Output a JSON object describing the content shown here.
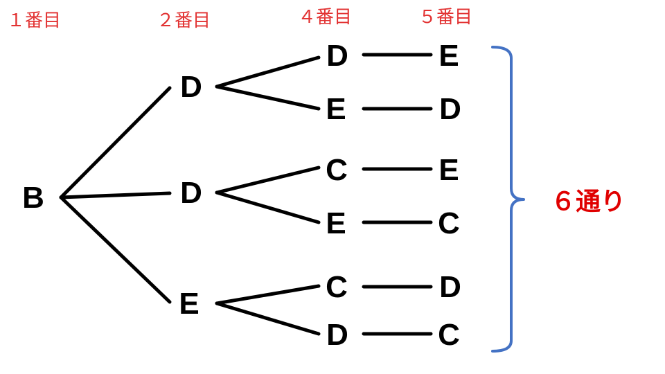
{
  "headers": [
    "１番目",
    "２番目",
    "４番目",
    "５番目"
  ],
  "nodes": {
    "root": "B",
    "level2": [
      "D",
      "D",
      "E"
    ],
    "level3": [
      "D",
      "E",
      "C",
      "E",
      "C",
      "D"
    ],
    "level4": [
      "E",
      "D",
      "E",
      "C",
      "D",
      "C"
    ]
  },
  "result_label": "６通り",
  "colors": {
    "header": "#e23232",
    "result": "#e00000",
    "brace": "#4472c4",
    "ink": "#000000"
  }
}
